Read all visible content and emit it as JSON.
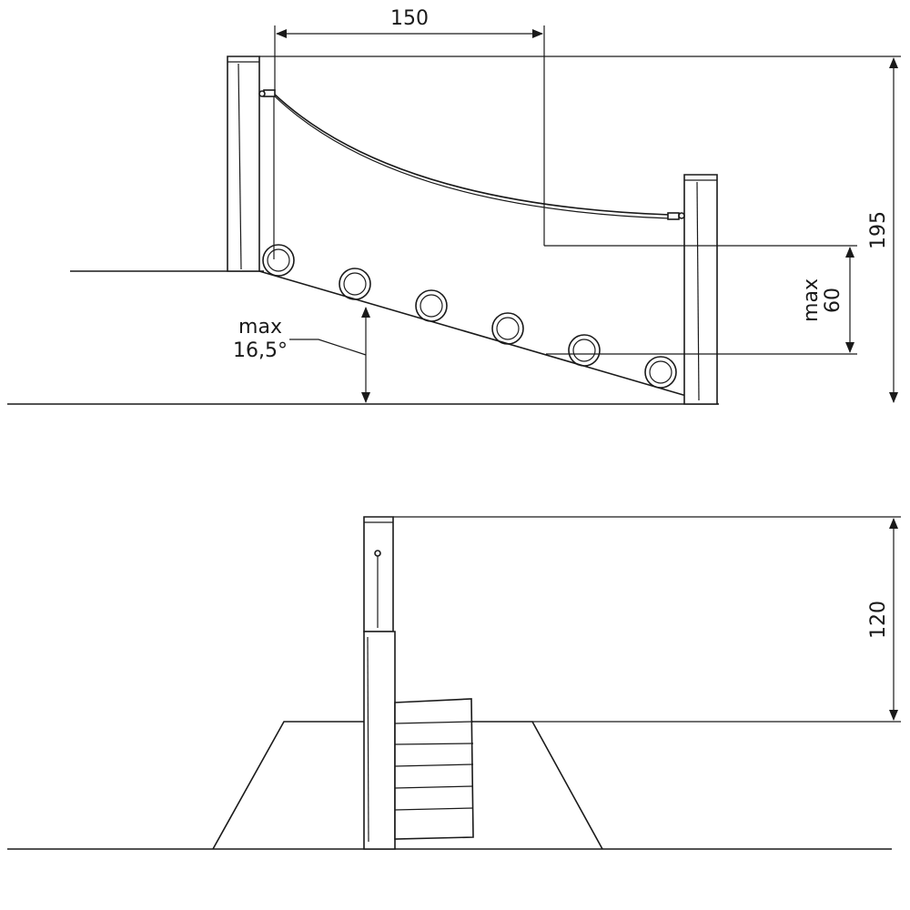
{
  "side_view": {
    "width_dim": "150",
    "height_dim": "195",
    "max_height_label": "max",
    "max_height_value": "60",
    "angle_label": "max",
    "angle_value": "16,5°"
  },
  "front_view": {
    "height_dim": "120"
  }
}
